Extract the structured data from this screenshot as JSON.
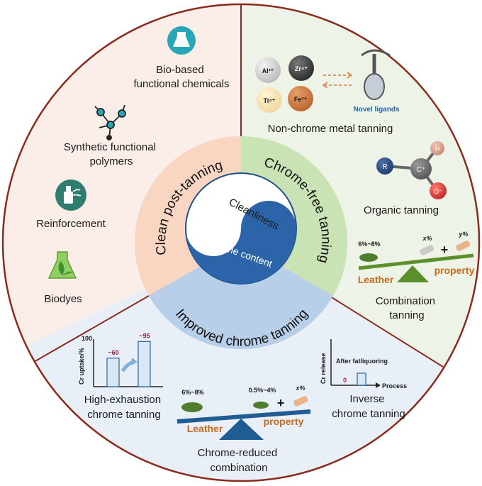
{
  "center": {
    "top_text": "Cleanliness",
    "bottom_text": "Chrome content"
  },
  "ring": {
    "left": "Clean post-tanning",
    "right": "Chrome-free tanning",
    "bottom": "Improved chrome tanning"
  },
  "left_sector": {
    "items": [
      {
        "label_lines": [
          "Bio-based",
          "functional chemicals"
        ],
        "icon": "flask-icon"
      },
      {
        "label_lines": [
          "Synthetic functional",
          "polymers"
        ],
        "icon": "polymer-network-icon"
      },
      {
        "label_lines": [
          "Reinforcement"
        ],
        "icon": "spray-bottle-icon"
      },
      {
        "label_lines": [
          "Biodyes"
        ],
        "icon": "leaf-flask-icon"
      }
    ]
  },
  "right_sector": {
    "metal_ions": [
      "Al³⁺",
      "Zr⁴⁺",
      "Ti⁴⁺",
      "Fe³⁺"
    ],
    "ligand_label": "Novel ligands",
    "metal_label": "Non-chrome metal tanning",
    "molecule_atoms": [
      "R",
      "C⁺",
      "H",
      "O⁻"
    ],
    "organic_label": "Organic tanning",
    "combo": {
      "left_pct": "6%~8%",
      "x_pct": "x%",
      "y_pct": "y%",
      "plus": "+",
      "leather": "Leather",
      "property": "property",
      "label_lines": [
        "Combination",
        "tanning"
      ]
    }
  },
  "bottom_sector": {
    "chart": {
      "ylabel": "Cr uptake/%",
      "ymax_label": "100",
      "bar1_label": "~60",
      "bar2_label": "~95",
      "values": [
        60,
        95
      ],
      "label_lines": [
        "High-exhaustion",
        "chrome tanning"
      ]
    },
    "combo": {
      "left_pct": "6%~8%",
      "mid_pct": "0.5%~4%",
      "x_pct": "x%",
      "plus": "+",
      "leather": "Leather",
      "property": "property",
      "label_lines": [
        "Chrome-reduced",
        "combination"
      ]
    },
    "inverse": {
      "ylabel": "Cr release",
      "xlabel": "Process",
      "note": "After fatliquoring",
      "zero": "0",
      "label_lines": [
        "Inverse",
        "chrome tanning"
      ]
    }
  },
  "colors": {
    "left_bg": "#fbeee8",
    "right_bg": "#edf3e6",
    "bottom_bg": "#e9eff7",
    "ring_left": "#f8d6c2",
    "ring_right": "#c9e3b4",
    "ring_bottom": "#b7cfe8",
    "yin_blue": "#2b64a8",
    "border": "#8a2b1e",
    "leather_orange": "#c86a1c",
    "seesaw_green": "#5b8f2c",
    "seesaw_blue": "#1f5c94",
    "ion_red": "#c0272d"
  }
}
